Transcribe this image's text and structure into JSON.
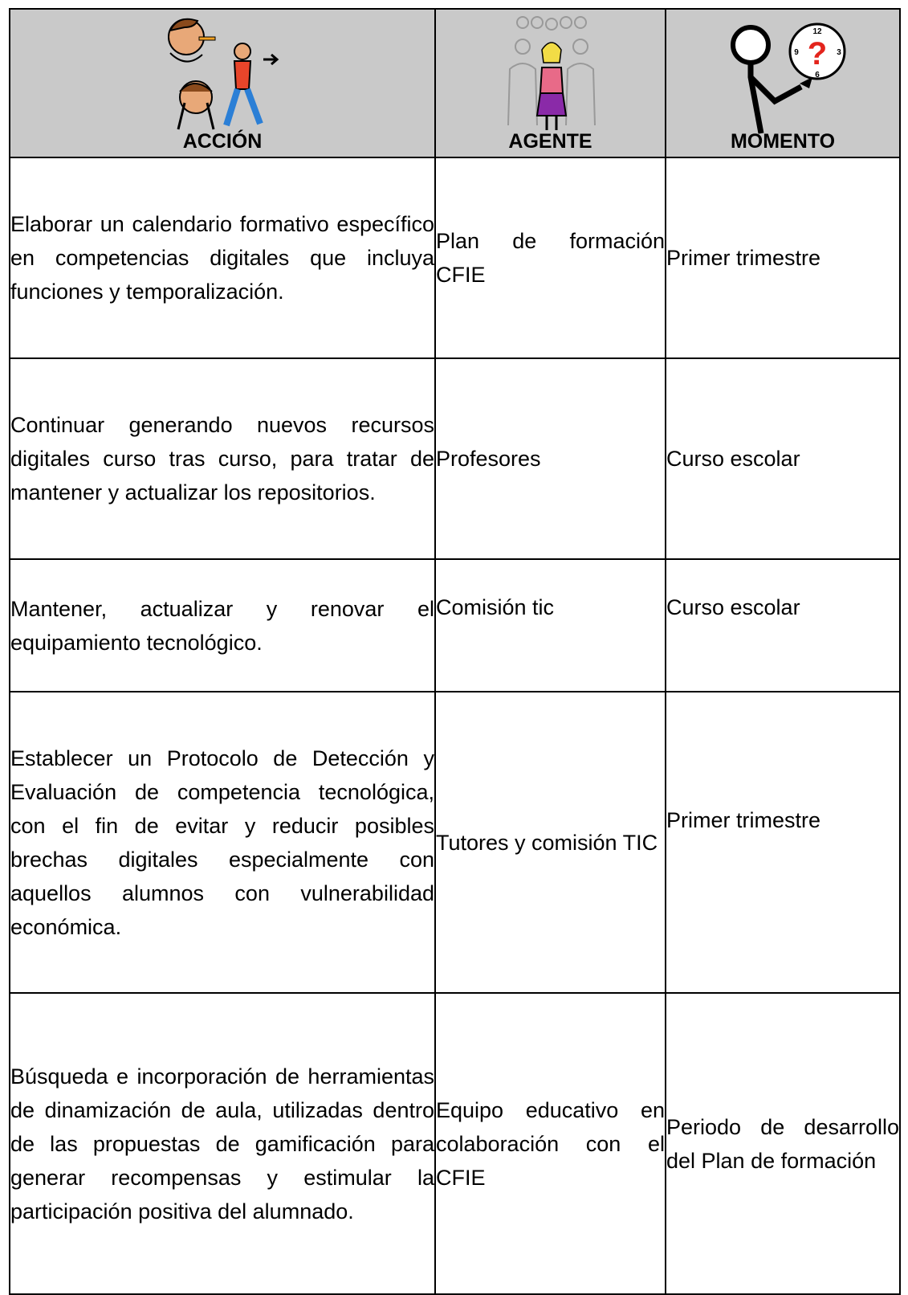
{
  "header": {
    "accion": "ACCIÓN",
    "agente": "AGENTE",
    "momento": "MOMENTO",
    "icons": [
      "action-pictogram",
      "agent-pictogram",
      "time-question-pictogram"
    ]
  },
  "rows": [
    {
      "accion": "Elaborar un calendario formativo específico en competencias digitales que incluya funciones y temporalización.",
      "agente": "Plan de formación CFIE",
      "momento": "Primer trimestre"
    },
    {
      "accion": "Continuar generando nuevos recursos digitales curso tras curso, para tratar de mantener y actualizar los repositorios.",
      "agente": "Profesores",
      "momento": "Curso escolar"
    },
    {
      "accion": "Mantener, actualizar y renovar el equipamiento tecnológico.",
      "agente": "Comisión tic",
      "momento": "Curso escolar"
    },
    {
      "accion": "Establecer un Protocolo de Detección y Evaluación de competencia tecnológica, con el fin de evitar y reducir posibles brechas digitales especialmente con aquellos alumnos con vulnerabilidad económica.",
      "agente": "Tutores y comisión TIC",
      "momento": "Primer trimestre"
    },
    {
      "accion": "Búsqueda e incorporación de herramientas de dinamización de aula, utilizadas dentro de las propuestas de gamificación para generar recompensas y estimular la participación positiva del alumnado.",
      "agente": "Equipo educativo en colaboración con el CFIE",
      "momento": "Periodo de desarrollo del Plan de formación"
    }
  ]
}
